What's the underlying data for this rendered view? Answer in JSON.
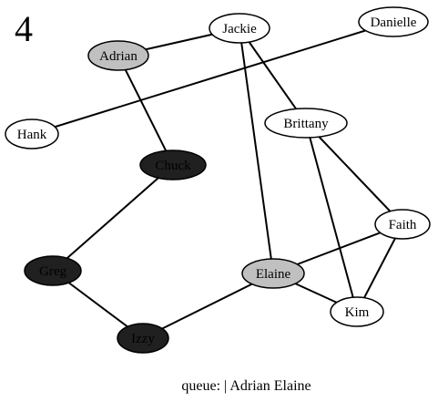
{
  "step": "4",
  "queue_text": "queue: | Adrian Elaine",
  "colors": {
    "white": "#ffffff",
    "gray": "#c0c0c0",
    "black": "#202020",
    "stroke": "#000000"
  },
  "nodes": [
    {
      "id": "Jackie",
      "label": "Jackie",
      "state": "white"
    },
    {
      "id": "Danielle",
      "label": "Danielle",
      "state": "white"
    },
    {
      "id": "Adrian",
      "label": "Adrian",
      "state": "gray"
    },
    {
      "id": "Hank",
      "label": "Hank",
      "state": "white"
    },
    {
      "id": "Brittany",
      "label": "Brittany",
      "state": "white"
    },
    {
      "id": "Chuck",
      "label": "Chuck",
      "state": "black"
    },
    {
      "id": "Faith",
      "label": "Faith",
      "state": "white"
    },
    {
      "id": "Greg",
      "label": "Greg",
      "state": "black"
    },
    {
      "id": "Elaine",
      "label": "Elaine",
      "state": "gray"
    },
    {
      "id": "Kim",
      "label": "Kim",
      "state": "white"
    },
    {
      "id": "Izzy",
      "label": "Izzy",
      "state": "black"
    }
  ],
  "edges": [
    [
      "Adrian",
      "Jackie"
    ],
    [
      "Adrian",
      "Chuck"
    ],
    [
      "Jackie",
      "Brittany"
    ],
    [
      "Jackie",
      "Elaine"
    ],
    [
      "Danielle",
      "Hank"
    ],
    [
      "Brittany",
      "Faith"
    ],
    [
      "Brittany",
      "Kim"
    ],
    [
      "Chuck",
      "Greg"
    ],
    [
      "Greg",
      "Izzy"
    ],
    [
      "Izzy",
      "Elaine"
    ],
    [
      "Elaine",
      "Faith"
    ],
    [
      "Elaine",
      "Kim"
    ],
    [
      "Faith",
      "Kim"
    ]
  ]
}
